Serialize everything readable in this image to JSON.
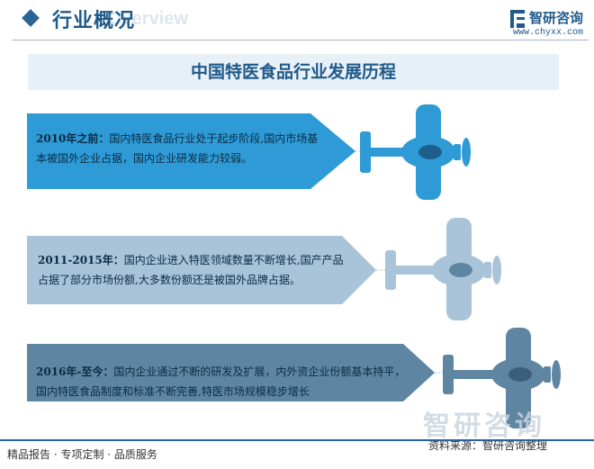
{
  "header": {
    "section_title": "行业概况",
    "section_title_en": "Overview",
    "brand_name": "智研咨询",
    "brand_url": "www.chyxx.com"
  },
  "banner": {
    "title": "中国特医食品行业发展历程"
  },
  "stages": [
    {
      "period": "2010年之前：",
      "description": "国内特医食品行业处于起步阶段,国内市场基本被国外企业占据，国内企业研发能力较弱。",
      "color": "#2f9bd6"
    },
    {
      "period": "2011-2015年：",
      "description": "国内企业进入特医领域数量不断增长,国产产品占据了部分市场份额,大多数份额还是被国外品牌占据。",
      "color": "#a9c3d8"
    },
    {
      "period": "2016年-至今：",
      "description": "国内企业通过不断的研发及扩展，内外资企业份额基本持平，国内特医食品制度和标准不断完善,特医市场规模稳步增长",
      "color": "#5e86a3"
    }
  ],
  "footer": {
    "tagline": "精品报告 · 专项定制 · 品质服务",
    "source": "资料来源：智研咨询整理",
    "watermark": "智研咨询"
  }
}
